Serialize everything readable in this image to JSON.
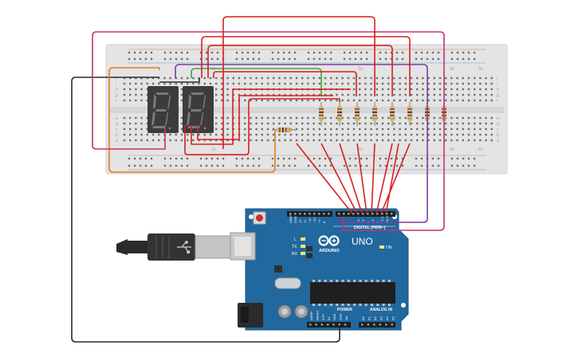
{
  "breadboard": {
    "top_col_labels": [
      "10",
      "50",
      "55",
      "60"
    ],
    "row_labels_left": [
      "j",
      "i",
      "h",
      "g",
      "f",
      "e",
      "d",
      "c",
      "b",
      "a"
    ],
    "row_labels_right": [
      "j",
      "i",
      "h",
      "g",
      "f",
      "e",
      "d",
      "c",
      "b",
      "a"
    ],
    "bottom_col_labels": [
      "10",
      "50",
      "55",
      "60"
    ]
  },
  "arduino": {
    "logo_text": "UNO",
    "brand_text": "ARDUINO",
    "digital_label": "DIGITAL (PWM~)",
    "analog_label": "ANALOG IN",
    "power_label": "POWER",
    "on_label": "ON",
    "led_labels": [
      "L",
      "TX",
      "RX"
    ],
    "top_pin_labels": [
      "AREF",
      "GND",
      "13",
      "12",
      "~11",
      "~10",
      "~9",
      "8",
      "7",
      "~6",
      "~5",
      "4",
      "~3",
      "2",
      "TX 1",
      "RX 0"
    ],
    "power_pin_labels": [
      "IOREF",
      "RESET",
      "3.3V",
      "5V",
      "GND",
      "GND",
      "Vin"
    ],
    "analog_pin_labels": [
      "A0",
      "A1",
      "A2",
      "A3",
      "A4",
      "A5"
    ]
  },
  "colors": {
    "board": "#1e6a9f",
    "breadboard": "#e3e3e3",
    "wire_red": "#d81f1f",
    "wire_magenta": "#c5307a",
    "wire_purple": "#7c3f9c",
    "wire_orange": "#e67b1d",
    "wire_green": "#44a540",
    "wire_black": "#2a2a2a",
    "display": "#3a3a3a",
    "segment": "#767676"
  }
}
